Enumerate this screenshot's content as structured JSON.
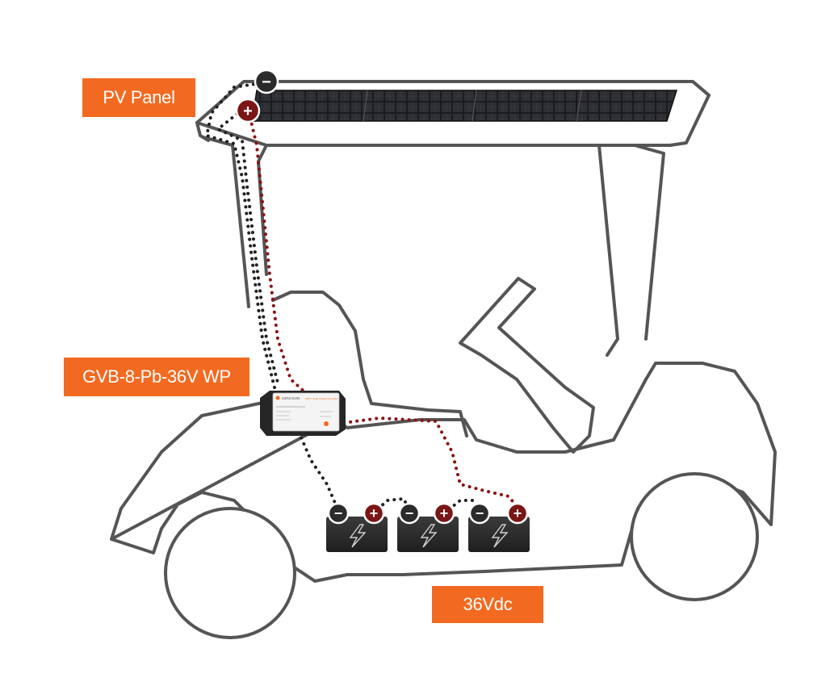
{
  "labels": {
    "pv_panel": "PV Panel",
    "controller": "GVB-8-Pb-36V WP",
    "voltage": "36Vdc"
  },
  "controller_face": {
    "brand": "GENASUN",
    "product": "MPPT Solar Charge Controller"
  },
  "terminals": {
    "negative": "−",
    "positive": "+"
  },
  "icons": {
    "battery": "lightning-bolt-icon"
  },
  "colors": {
    "label_bg": "#f26a21",
    "label_text": "#ffffff",
    "cart_outline": "#555555",
    "wire_negative": "#222222",
    "wire_positive": "#8b1414",
    "terminal_negative": "#2b2b2b",
    "terminal_positive": "#7a1616",
    "battery_body": "#2a2a2a"
  }
}
